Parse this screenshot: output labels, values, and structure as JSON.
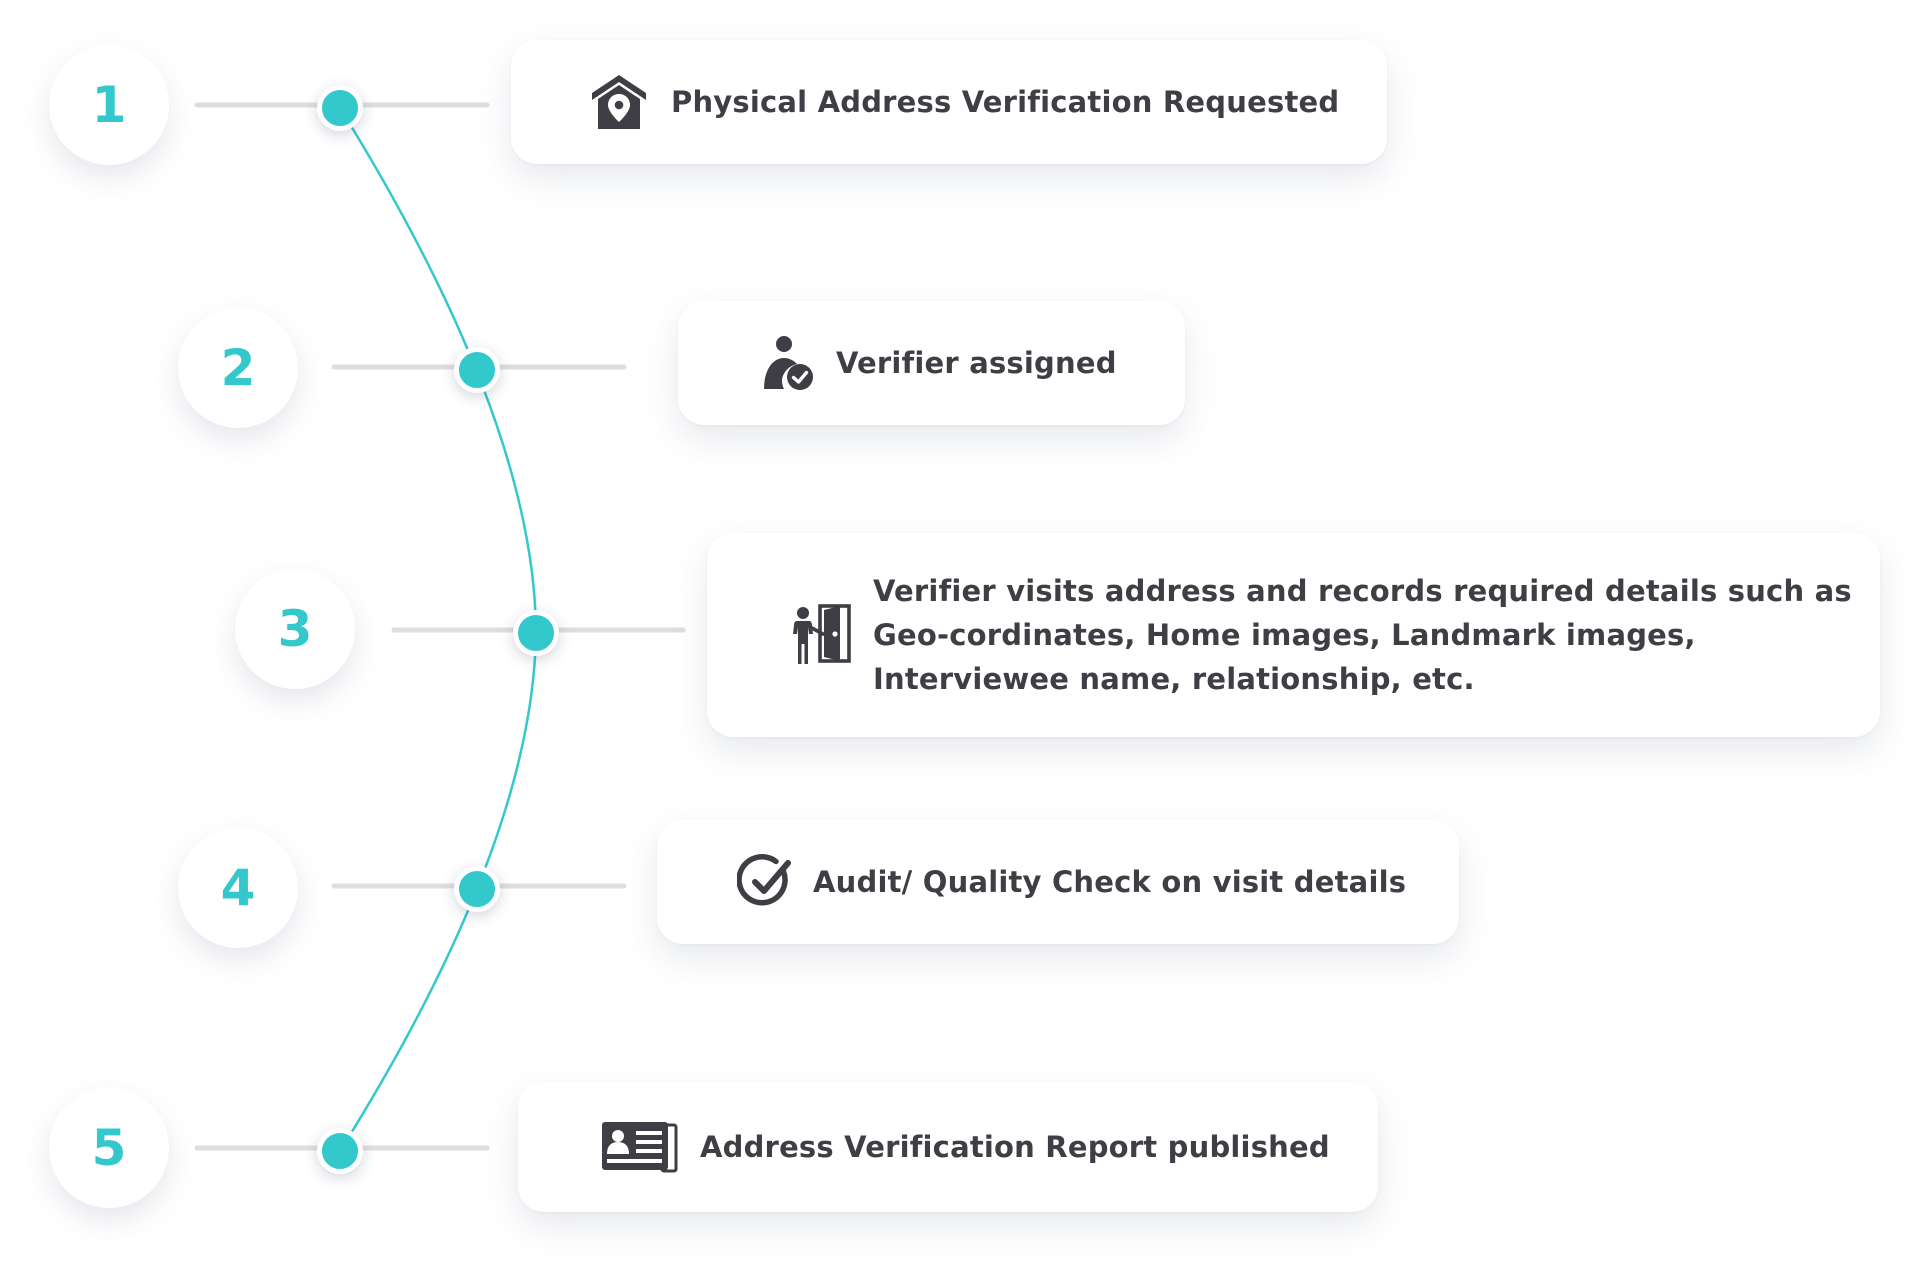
{
  "diagram": {
    "colors": {
      "accent": "#33c8cc",
      "connector": "#dedede",
      "text": "#3e3e44",
      "icon": "#3e3e44",
      "card_background": "#ffffff",
      "page_background": "#ffffff"
    },
    "steps": [
      {
        "number": "1",
        "icon": "house-location-icon",
        "text_lines": [
          "Physical Address Verification Requested"
        ]
      },
      {
        "number": "2",
        "icon": "user-check-icon",
        "text_lines": [
          "Verifier assigned"
        ]
      },
      {
        "number": "3",
        "icon": "person-door-icon",
        "text_lines": [
          "Verifier visits address and records required details such as",
          "Geo-cordinates, Home images, Landmark images,",
          "Interviewee name, relationship, etc."
        ]
      },
      {
        "number": "4",
        "icon": "check-circle-icon",
        "text_lines": [
          "Audit/ Quality Check on visit details"
        ]
      },
      {
        "number": "5",
        "icon": "report-card-icon",
        "text_lines": [
          "Address Verification Report published"
        ]
      }
    ]
  }
}
